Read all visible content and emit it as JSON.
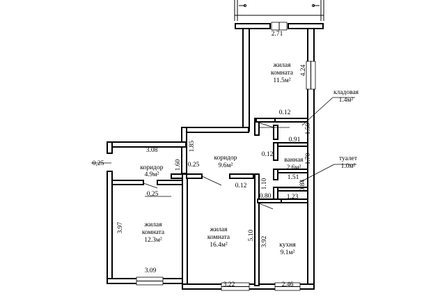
{
  "rooms": {
    "living1": {
      "name_line1": "жилая",
      "name_line2": "комната",
      "area": "11.5м²"
    },
    "storage": {
      "name": "кладовая",
      "area": "1.4м²"
    },
    "corridor_main": {
      "name": "коридор",
      "area": "9.6м²"
    },
    "bathroom": {
      "name": "ванная",
      "area": "2.6м²"
    },
    "toilet": {
      "name": "туалет",
      "area": "1.0м²"
    },
    "corridor_left": {
      "name": "коридор",
      "area": "4.9м²"
    },
    "living2": {
      "name_line1": "жилая",
      "name_line2": "комната",
      "area": "12.3м²"
    },
    "living3": {
      "name_line1": "жилая",
      "name_line2": "комната",
      "area": "16.4м²"
    },
    "kitchen": {
      "name": "кухня",
      "area": "9.1м²"
    }
  },
  "dimensions": {
    "d_271": "2.71",
    "d_424": "4.24",
    "d_012a": "0.12",
    "d_150": "1.50",
    "d_091": "0.91",
    "d_012b": "0.12",
    "d_170": "1.70",
    "d_308": "3.08",
    "d_185": "1.85",
    "d_025a": "0,25",
    "d_160": "1.60",
    "d_025b": "0.25",
    "d_012c": "0.12",
    "d_110": "1.10",
    "d_151": "1.51",
    "d_025c": "0,25",
    "d_080": "0.80",
    "d_084": "0.84",
    "d_123": "1.23",
    "d_397": "3.97",
    "d_510": "5.10",
    "d_392": "3.92",
    "d_309": "3.09",
    "d_322": "3.22",
    "d_246": "2.46"
  }
}
